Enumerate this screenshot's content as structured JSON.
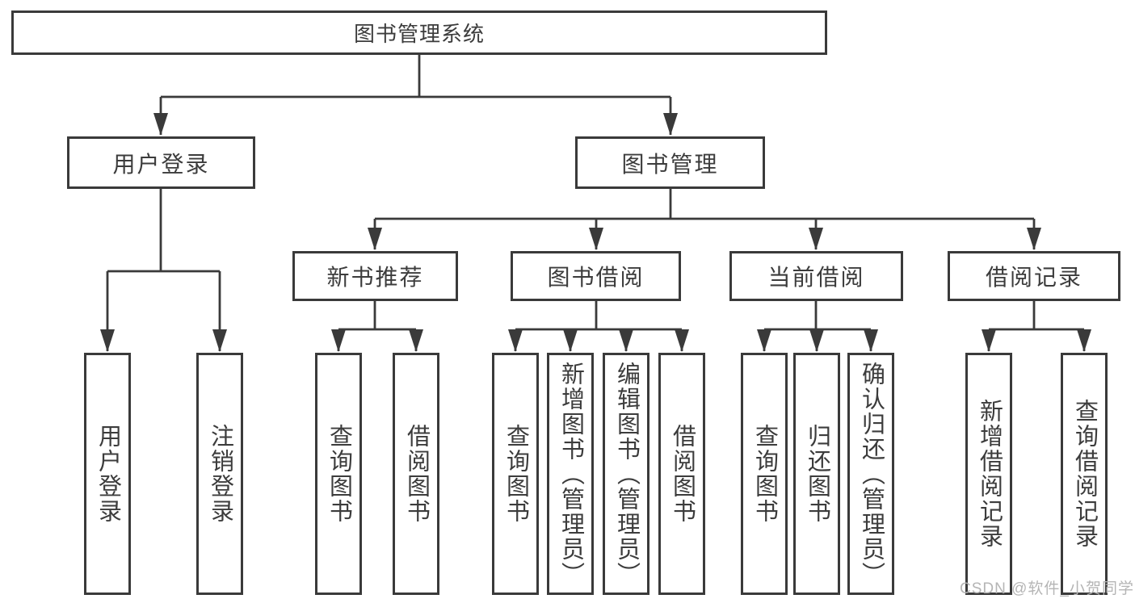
{
  "diagram": {
    "root": {
      "label": "图书管理系统"
    },
    "branches": [
      {
        "label": "用户登录",
        "children": [
          {
            "label": "用户登录"
          },
          {
            "label": "注销登录"
          }
        ]
      },
      {
        "label": "图书管理",
        "children": [
          {
            "label": "新书推荐",
            "children": [
              {
                "label": "查询图书"
              },
              {
                "label": "借阅图书"
              }
            ]
          },
          {
            "label": "图书借阅",
            "children": [
              {
                "label": "查询图书"
              },
              {
                "label": "新增图书（管理员）"
              },
              {
                "label": "编辑图书（管理员）"
              },
              {
                "label": "借阅图书"
              }
            ]
          },
          {
            "label": "当前借阅",
            "children": [
              {
                "label": "查询图书"
              },
              {
                "label": "归还图书"
              },
              {
                "label": "确认归还（管理员）"
              }
            ]
          },
          {
            "label": "借阅记录",
            "children": [
              {
                "label": "新增借阅记录"
              },
              {
                "label": "查询借阅记录"
              }
            ]
          }
        ]
      }
    ]
  },
  "watermark": "CSDN @软件_小贺同学",
  "colors": {
    "line": "#3a3a3a",
    "text": "#3c3c3c",
    "watermark": "#b5b5b5",
    "background": "#ffffff"
  }
}
